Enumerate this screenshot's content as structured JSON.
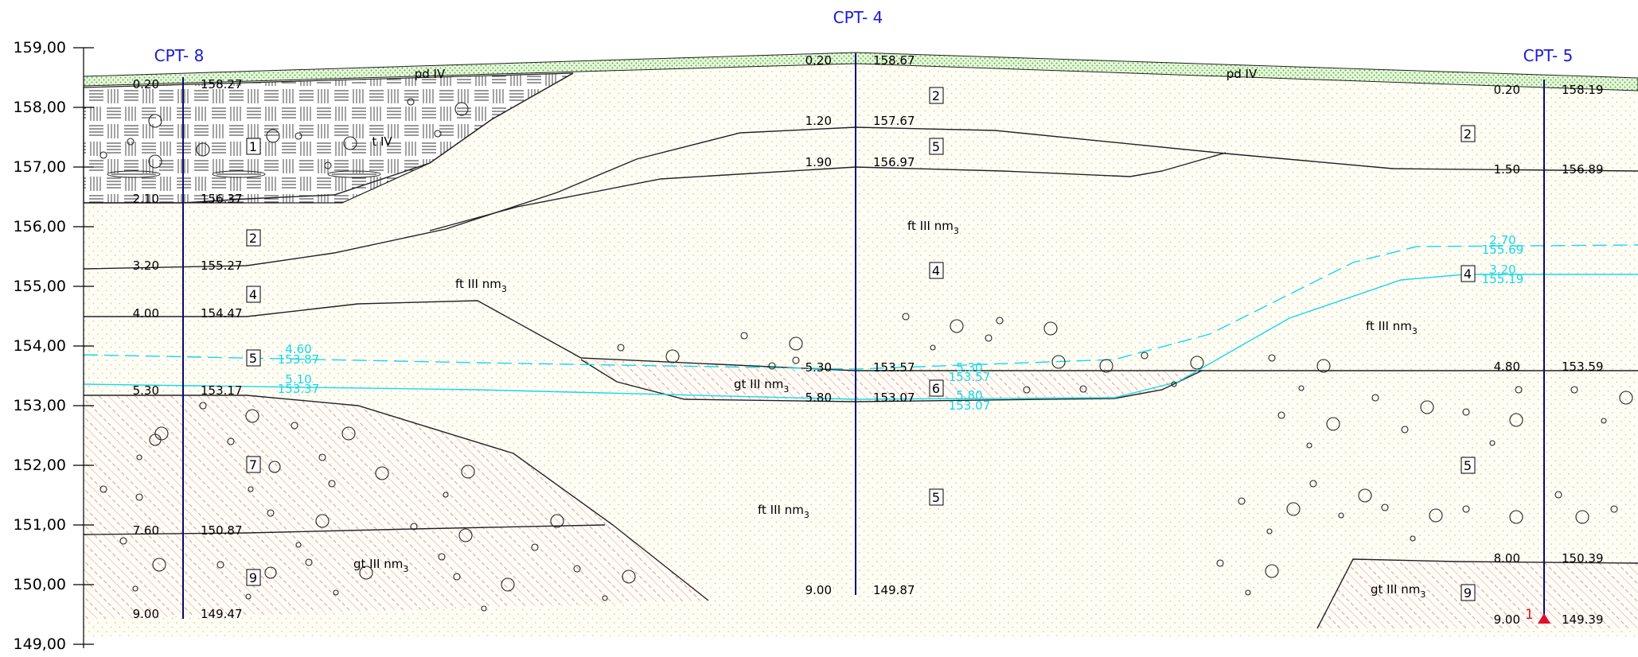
{
  "axis": {
    "ticks": [
      "159,00",
      "158,00",
      "157,00",
      "156,00",
      "155,00",
      "154,00",
      "153,00",
      "152,00",
      "151,00",
      "150,00",
      "149,00"
    ]
  },
  "boreholes": [
    {
      "name": "CPT- 8",
      "depths": [
        {
          "d": "0.20",
          "e": "158.27"
        },
        {
          "d": "2.10",
          "e": "156.37"
        },
        {
          "d": "3.20",
          "e": "155.27"
        },
        {
          "d": "4.00",
          "e": "154.47"
        },
        {
          "d": "5.30",
          "e": "153.17"
        },
        {
          "d": "7.60",
          "e": "150.87"
        },
        {
          "d": "9.00",
          "e": "149.47"
        }
      ],
      "water": [
        {
          "d": "4.60",
          "e": "153.87"
        },
        {
          "d": "5.10",
          "e": "153.37"
        }
      ],
      "layers": [
        "1",
        "2",
        "4",
        "5",
        "7",
        "9"
      ]
    },
    {
      "name": "CPT- 4",
      "depths": [
        {
          "d": "0.20",
          "e": "158.67"
        },
        {
          "d": "1.20",
          "e": "157.67"
        },
        {
          "d": "1.90",
          "e": "156.97"
        },
        {
          "d": "5.30",
          "e": "153.57"
        },
        {
          "d": "5.80",
          "e": "153.07"
        },
        {
          "d": "9.00",
          "e": "149.87"
        }
      ],
      "water": [
        {
          "d": "5.30",
          "e": "153.57"
        },
        {
          "d": "5.80",
          "e": "153.07"
        }
      ],
      "layers": [
        "2",
        "5",
        "4",
        "6",
        "5"
      ]
    },
    {
      "name": "CPT- 5",
      "depths": [
        {
          "d": "0.20",
          "e": "158.19"
        },
        {
          "d": "1.50",
          "e": "156.89"
        },
        {
          "d": "4.80",
          "e": "153.59"
        },
        {
          "d": "8.00",
          "e": "150.39"
        },
        {
          "d": "9.00",
          "e": "149.39"
        }
      ],
      "water": [
        {
          "d": "2.70",
          "e": "155.69"
        },
        {
          "d": "3.20",
          "e": "155.19"
        }
      ],
      "layers": [
        "2",
        "4",
        "5",
        "9"
      ],
      "marker": "1"
    }
  ],
  "geology": {
    "pd": "pd IV",
    "t": "t IV",
    "ft": "ft III nm",
    "gt": "gt III nm",
    "sub": "3"
  }
}
